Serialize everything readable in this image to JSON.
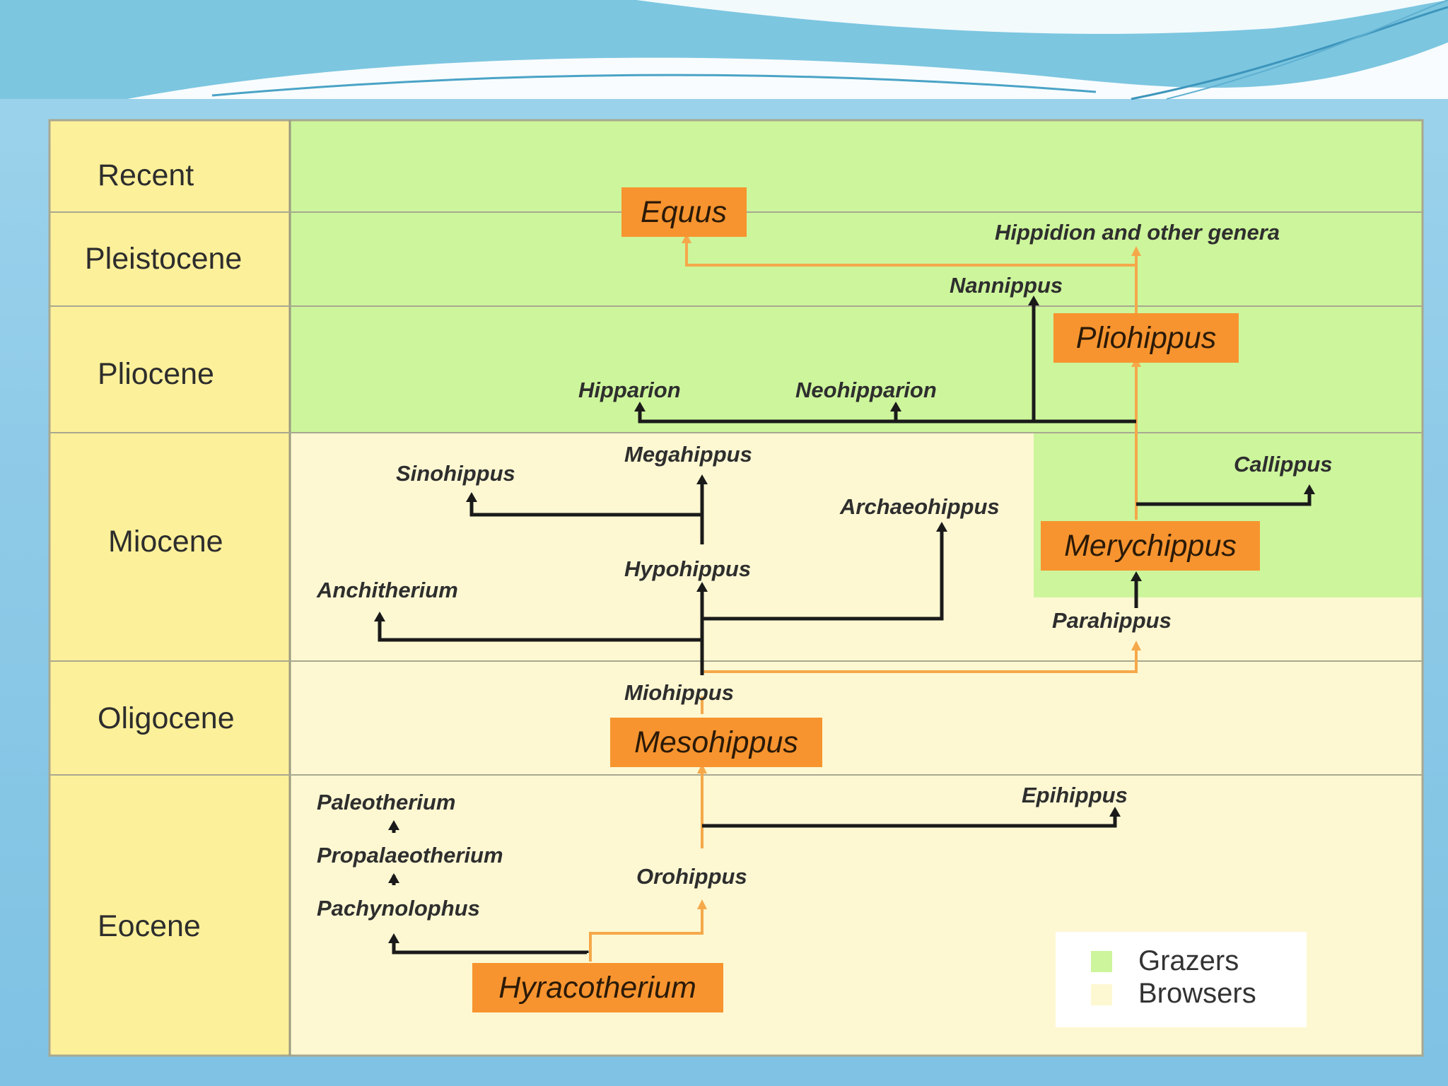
{
  "colors": {
    "grazer": "#cdf59c",
    "browser": "#fdf8d2",
    "epoch_column": "#fdf09a",
    "key_box": "#f7942f",
    "orange_line": "#f5a84a",
    "black_line": "#1a1a1a"
  },
  "epochs": [
    "Recent",
    "Pleistocene",
    "Pliocene",
    "Miocene",
    "Oligocene",
    "Eocene"
  ],
  "key_genera": [
    "Equus",
    "Pliohippus",
    "Merychippus",
    "Mesohippus",
    "Hyracotherium"
  ],
  "genera": [
    "Hippidion and other genera",
    "Nannippus",
    "Hipparion",
    "Neohipparion",
    "Megahippus",
    "Sinohippus",
    "Callippus",
    "Archaeohippus",
    "Hypohippus",
    "Anchitherium",
    "Parahippus",
    "Miohippus",
    "Epihippus",
    "Paleotherium",
    "Propalaeotherium",
    "Orohippus",
    "Pachynolophus"
  ],
  "legend": {
    "grazers": "Grazers",
    "browsers": "Browsers"
  }
}
